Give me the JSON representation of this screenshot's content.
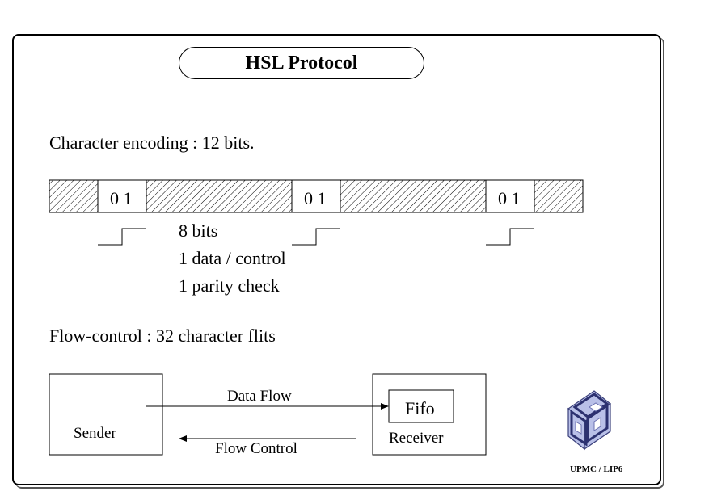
{
  "title": "HSL Protocol",
  "encoding_label": "Character encoding : 12 bits.",
  "frame_cells": [
    {
      "text": "0 1"
    },
    {
      "text": "0 1"
    },
    {
      "text": "0 1"
    }
  ],
  "bit_details": [
    "8 bits",
    "1 data / control",
    "1 parity check"
  ],
  "flow_control_label": "Flow-control : 32 character flits",
  "sender_label": "Sender",
  "receiver_label": "Receiver",
  "fifo_label": "Fifo",
  "data_flow_label": "Data Flow",
  "flow_control_arrow_label": "Flow Control",
  "logo_caption": "UPMC / LIP6",
  "logo_icon": "cube-logo-icon"
}
